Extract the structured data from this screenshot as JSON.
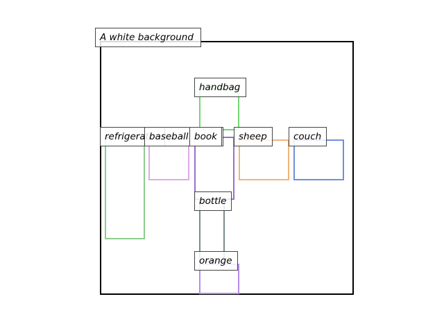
{
  "caption": "A white background",
  "objects": [
    {
      "id": "handbag",
      "label": "handbag",
      "color": "#72d572"
    },
    {
      "id": "refrigerator",
      "label": "refrigerator",
      "color": "#8ccc8c"
    },
    {
      "id": "baseball",
      "label": "baseball",
      "color": "#dcaae6"
    },
    {
      "id": "book",
      "label": "book",
      "color": "#9b6ec8"
    },
    {
      "id": "sheep",
      "label": "sheep",
      "color": "#f0b478"
    },
    {
      "id": "couch",
      "label": "couch",
      "color": "#6e8fdc"
    },
    {
      "id": "bottle",
      "label": "bottle",
      "color": "#788c8c"
    },
    {
      "id": "orange",
      "label": "orange",
      "color": "#b48ceb"
    }
  ]
}
